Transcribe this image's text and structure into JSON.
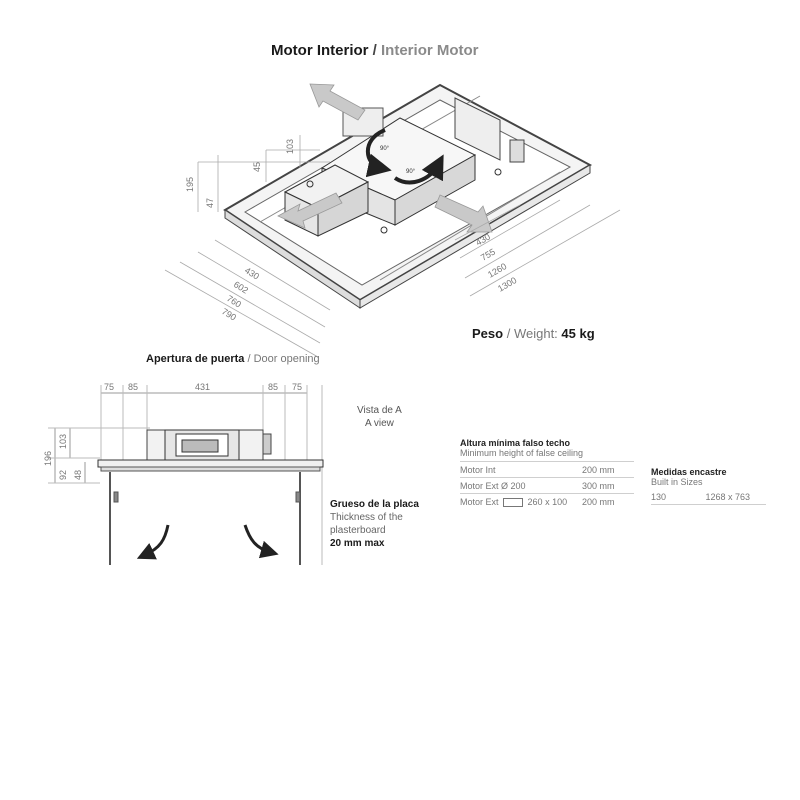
{
  "header": {
    "title_es": "Motor Interior",
    "separator": "/",
    "title_en": "Interior Motor"
  },
  "iso": {
    "vertical_dims": [
      "103",
      "45",
      "195",
      "47"
    ],
    "left_dims": [
      "430",
      "602",
      "760",
      "790"
    ],
    "right_dims": [
      "430",
      "755",
      "1260",
      "1300"
    ],
    "rotation_labels": [
      "90°",
      "90°"
    ]
  },
  "weight": {
    "label_es": "Peso",
    "sep": "/",
    "label_en": "Weight:",
    "value": "45 kg"
  },
  "door_opening": {
    "label_es": "Apertura de puerta",
    "sep": "/",
    "label_en": "Door opening",
    "top_dims": [
      "75",
      "85",
      "431",
      "85",
      "75"
    ],
    "left_dims": [
      "196",
      "103",
      "92",
      "48"
    ]
  },
  "view_a": {
    "line1": "Vista de A",
    "line2": "A view"
  },
  "plasterboard": {
    "line1": "Grueso de la placa",
    "line2": "Thickness of the",
    "line3": "plasterboard",
    "line4": "20 mm max"
  },
  "min_height_table": {
    "title_es": "Altura mínima falso techo",
    "title_en": "Minimum height of false ceiling",
    "rows": [
      {
        "label": "Motor Int",
        "value": "200 mm"
      },
      {
        "label": "Motor Ext Ø 200",
        "value": "300 mm"
      },
      {
        "label_pre": "Motor Ext",
        "label_post": "260 x 100",
        "value": "200 mm"
      }
    ]
  },
  "sizes_table": {
    "title_es": "Medidas encastre",
    "title_en": "Built in Sizes",
    "rows": [
      {
        "c1": "130",
        "c2": "1268 x 763"
      }
    ]
  }
}
